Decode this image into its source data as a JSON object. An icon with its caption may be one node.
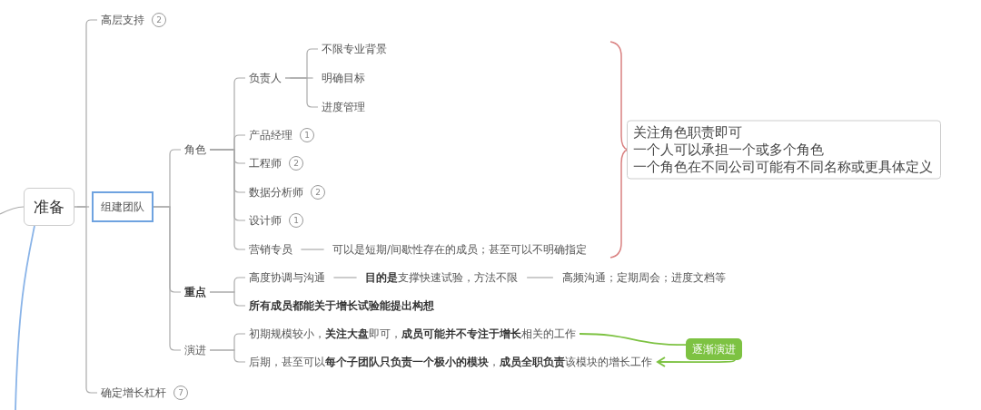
{
  "diagram": {
    "nodes": [
      {
        "text": [
          "准备"
        ]
      },
      {
        "text": [
          "高层支持"
        ],
        "beside": [
          "2"
        ]
      },
      {
        "text": [
          "组建团队"
        ]
      },
      {
        "text": [
          "角色"
        ]
      },
      {
        "text": [
          "负责人"
        ]
      },
      {
        "text": [
          "不限专业背景"
        ]
      },
      {
        "text": [
          "明确目标"
        ]
      },
      {
        "text": [
          "进度管理"
        ]
      },
      {
        "text": [
          "产品经理"
        ],
        "beside": [
          "1"
        ]
      },
      {
        "text": [
          "工程师"
        ],
        "beside": [
          "2"
        ]
      },
      {
        "text": [
          "数据分析师"
        ],
        "beside": [
          "2"
        ]
      },
      {
        "text": [
          "设计师"
        ],
        "beside": [
          "1"
        ]
      },
      {
        "text": [
          "营销专员"
        ]
      },
      {
        "text": [
          "可以是短期/间歇性存在的成员；甚至可以不明确指定"
        ]
      },
      {
        "text": [
          "重点"
        ]
      },
      {
        "text": [
          "高度协调与沟通"
        ]
      },
      {
        "text": [
          "**目的是**支撑快速试验，方法不限"
        ]
      },
      {
        "text": [
          "高频沟通；定期周会；进度文档等"
        ]
      },
      {
        "text": [
          "所有成员都能关于增长试验能提出构想"
        ]
      },
      {
        "text": [
          "演进"
        ]
      },
      {
        "text": [
          "初期规模较小，**关注大盘**即可，**成员可能并不专注于增长**相关的工作"
        ]
      },
      {
        "text": [
          "后期，甚至可以**每个子团队只负责一个极小的模块**，**成员全职负责**该模块的增长工作"
        ]
      },
      {
        "text": [
          "确定增长杠杆"
        ],
        "beside": [
          "7"
        ]
      },
      {
        "text": [
          "关注角色职责即可",
          "一个人可以承担一个或多个角色",
          "一个角色在不同公司可能有不同名称或更具体定义"
        ]
      },
      {
        "text": [
          "逐渐演进"
        ]
      }
    ],
    "edges": [
      {
        "from": null,
        "to": 0,
        "arrow": "none"
      },
      {
        "from": 0,
        "to": null,
        "arrow": "none",
        "color": "#8ab4e8"
      },
      {
        "from": 0,
        "to": 1,
        "arrow": "none"
      },
      {
        "from": 0,
        "to": 2,
        "arrow": "none"
      },
      {
        "from": 0,
        "to": 22,
        "arrow": "none"
      },
      {
        "from": 2,
        "to": 3,
        "arrow": "none"
      },
      {
        "from": 2,
        "to": 14,
        "arrow": "none"
      },
      {
        "from": 2,
        "to": 19,
        "arrow": "none"
      },
      {
        "from": 3,
        "to": 4,
        "arrow": "none"
      },
      {
        "from": 3,
        "to": 8,
        "arrow": "none"
      },
      {
        "from": 3,
        "to": 9,
        "arrow": "none"
      },
      {
        "from": 3,
        "to": 10,
        "arrow": "none"
      },
      {
        "from": 3,
        "to": 11,
        "arrow": "none"
      },
      {
        "from": 3,
        "to": 12,
        "arrow": "none"
      },
      {
        "from": 4,
        "to": 5,
        "arrow": "none"
      },
      {
        "from": 4,
        "to": 6,
        "arrow": "none"
      },
      {
        "from": 4,
        "to": 7,
        "arrow": "none"
      },
      {
        "from": 12,
        "to": 13,
        "arrow": "none"
      },
      {
        "from": 14,
        "to": 15,
        "arrow": "none"
      },
      {
        "from": 14,
        "to": 18,
        "arrow": "none"
      },
      {
        "from": 15,
        "to": 16,
        "arrow": "none"
      },
      {
        "from": 16,
        "to": 17,
        "arrow": "none"
      },
      {
        "from": 19,
        "to": 20,
        "arrow": "none"
      },
      {
        "from": 19,
        "to": 21,
        "arrow": "none"
      },
      {
        "from": 20,
        "to": 24,
        "arrow": "none",
        "color": "#7dc242"
      },
      {
        "from": 24,
        "to": 21,
        "arrow": "to",
        "color": "#7dc242"
      }
    ]
  }
}
